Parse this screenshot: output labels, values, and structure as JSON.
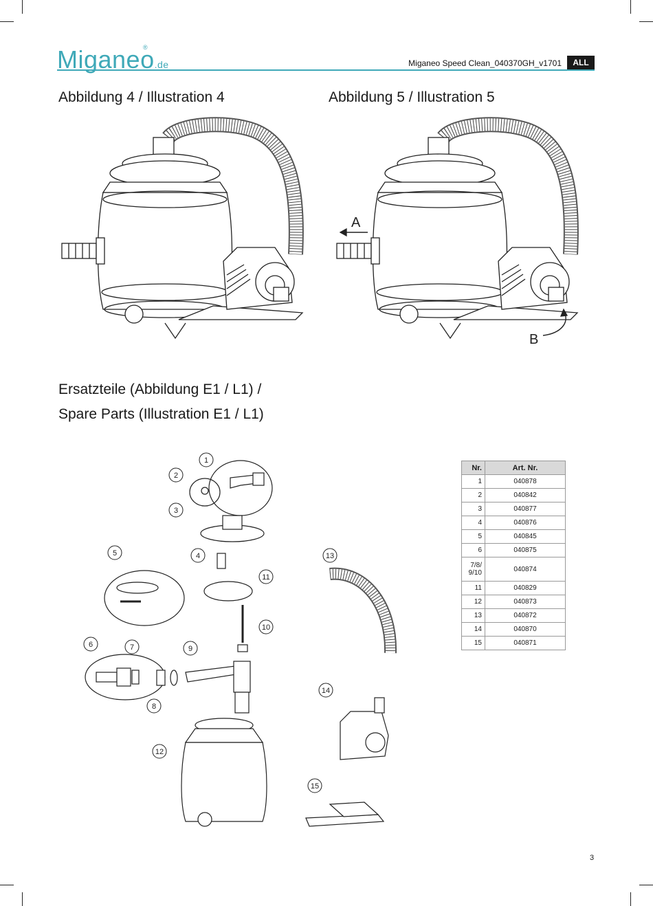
{
  "header": {
    "logo_text": "Miganeo",
    "logo_suffix": ".de",
    "logo_mark": "®",
    "doc_id": "Miganeo Speed Clean_040370GH_v1701",
    "lang_badge": "ALL"
  },
  "illustrations": {
    "left_title": "Abbildung 4 / Illustration 4",
    "right_title": "Abbildung 5 / Illustration 5",
    "label_a": "A",
    "label_b": "B"
  },
  "spare_parts": {
    "title_line1": "Ersatzteile (Abbildung E1 / L1) /",
    "title_line2": "Spare Parts (Illustration E1 / L1)",
    "callouts": [
      "1",
      "2",
      "3",
      "4",
      "5",
      "6",
      "7",
      "8",
      "9",
      "10",
      "11",
      "12",
      "13",
      "14",
      "15"
    ]
  },
  "parts_table": {
    "headers": [
      "Nr.",
      "Art. Nr."
    ],
    "rows": [
      {
        "nr": "1",
        "art": "040878"
      },
      {
        "nr": "2",
        "art": "040842"
      },
      {
        "nr": "3",
        "art": "040877"
      },
      {
        "nr": "4",
        "art": "040876"
      },
      {
        "nr": "5",
        "art": "040845"
      },
      {
        "nr": "6",
        "art": "040875"
      },
      {
        "nr": "7/8/\n9/10",
        "art": "040874"
      },
      {
        "nr": "11",
        "art": "040829"
      },
      {
        "nr": "12",
        "art": "040873"
      },
      {
        "nr": "13",
        "art": "040872"
      },
      {
        "nr": "14",
        "art": "040870"
      },
      {
        "nr": "15",
        "art": "040871"
      }
    ]
  },
  "page_number": "3",
  "colors": {
    "brand": "#3fa9b8",
    "badge": "#1a1a1a",
    "table_header": "#d9d9d9"
  }
}
